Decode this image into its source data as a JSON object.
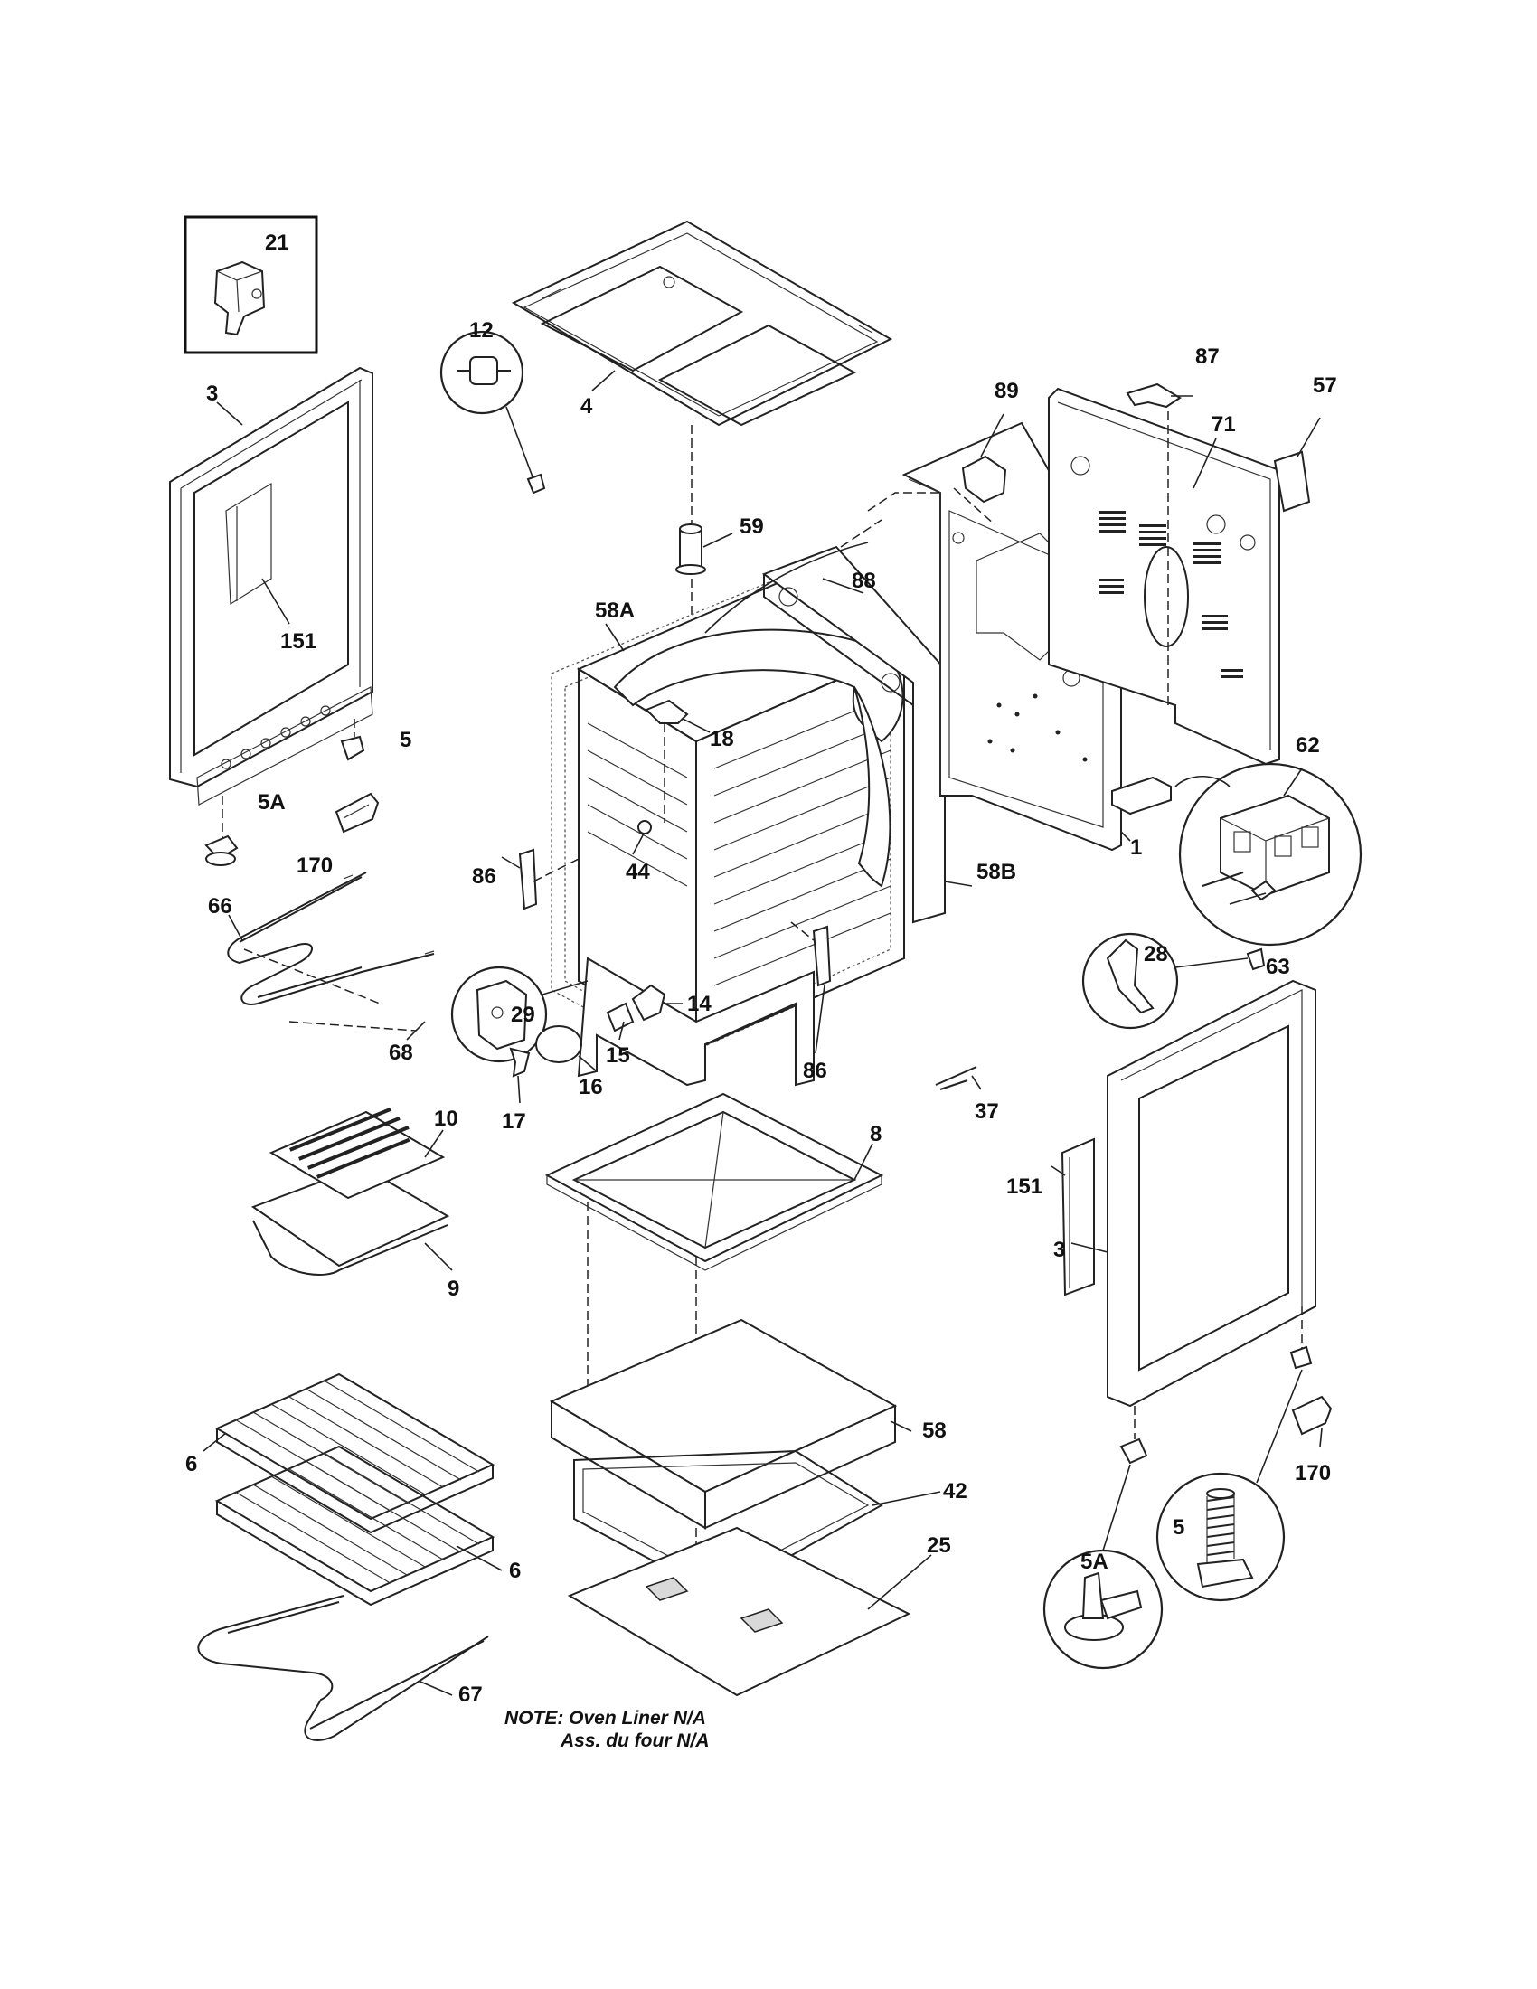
{
  "labels": {
    "p21": "21",
    "p3a": "3",
    "p151a": "151",
    "p5a": "5",
    "p5Aa": "5A",
    "p170a": "170",
    "p4": "4",
    "p59": "59",
    "p12": "12",
    "p58A": "58A",
    "p88": "88",
    "p89": "89",
    "p87": "87",
    "p57": "57",
    "p71": "71",
    "p18": "18",
    "p86a": "86",
    "p44": "44",
    "p58B": "58B",
    "p1": "1",
    "p62": "62",
    "p63": "63",
    "p66": "66",
    "p68": "68",
    "p29": "29",
    "p14": "14",
    "p15": "15",
    "p16": "16",
    "p17": "17",
    "p86b": "86",
    "p28": "28",
    "p37": "37",
    "p151b": "151",
    "p10": "10",
    "p9": "9",
    "p8": "8",
    "p3b": "3",
    "p58": "58",
    "p42": "42",
    "p25": "25",
    "p6a": "6",
    "p6b": "6",
    "p67": "67",
    "p5Ab": "5A",
    "p5b": "5",
    "p170b": "170"
  },
  "note": {
    "line1": "NOTE: Oven Liner N/A",
    "line2": "Ass. du four N/A"
  }
}
